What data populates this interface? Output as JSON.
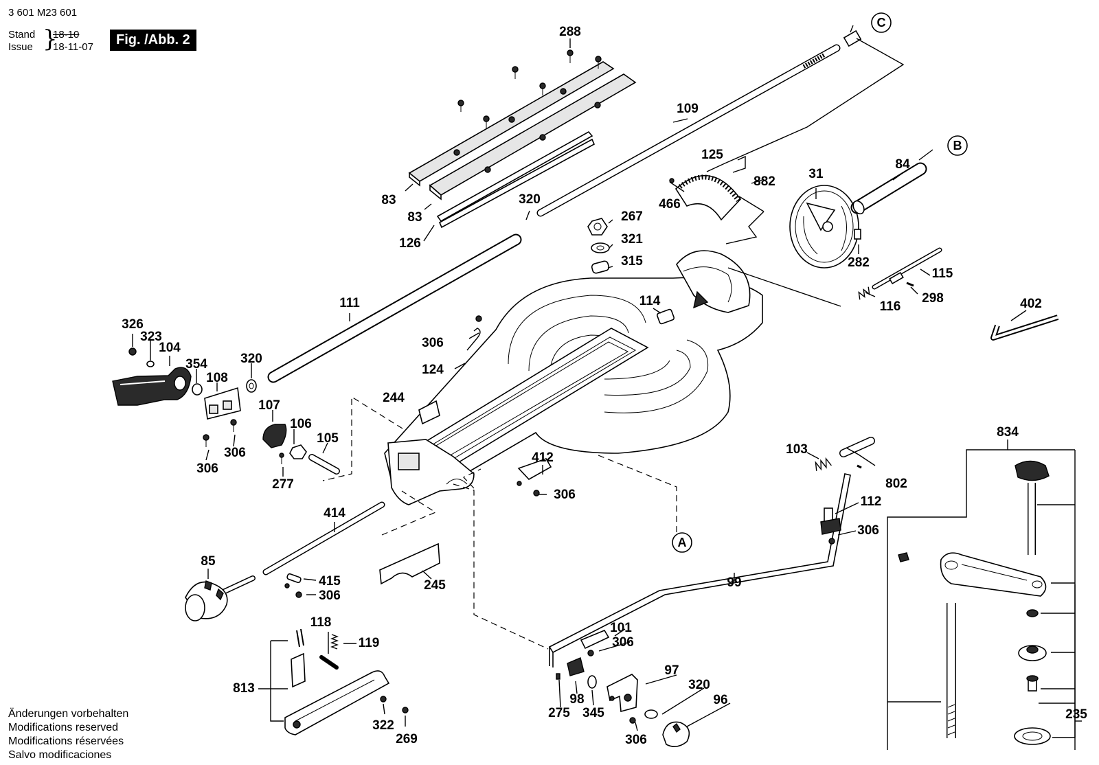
{
  "header": {
    "doc_number": "3 601 M23 601",
    "stand_label": "Stand",
    "stand_date": "18-10",
    "issue_label": "Issue",
    "issue_date": "18-11-07",
    "figure": "Fig. /Abb. 2"
  },
  "notes": [
    "Änderungen vorbehalten",
    "Modifications reserved",
    "Modifications réservées",
    "Salvo modificaciones"
  ],
  "callouts": [
    "A",
    "B",
    "C"
  ],
  "part_numbers": [
    "288",
    "109",
    "125",
    "882",
    "466",
    "83",
    "83",
    "320",
    "126",
    "267",
    "321",
    "315",
    "31",
    "84",
    "282",
    "115",
    "116",
    "298",
    "402",
    "111",
    "114",
    "326",
    "323",
    "104",
    "354",
    "108",
    "320",
    "306",
    "124",
    "244",
    "107",
    "106",
    "105",
    "306",
    "306",
    "277",
    "103",
    "802",
    "412",
    "306",
    "112",
    "306",
    "414",
    "85",
    "415",
    "306",
    "245",
    "99",
    "118",
    "119",
    "813",
    "322",
    "269",
    "101",
    "306",
    "97",
    "320",
    "96",
    "98",
    "275",
    "345",
    "306",
    "834",
    "235"
  ]
}
